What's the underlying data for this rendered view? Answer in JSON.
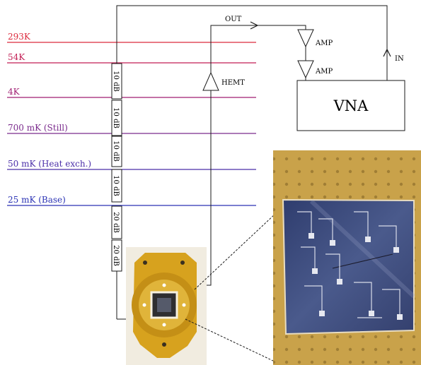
{
  "stages": [
    {
      "label": "293K",
      "color": "#dc2a3c"
    },
    {
      "label": "54K",
      "color": "#c21e54"
    },
    {
      "label": "4K",
      "color": "#a01e72"
    },
    {
      "label": "700 mK (Still)",
      "color": "#7a2a8c"
    },
    {
      "label": "50 mK (Heat exch.)",
      "color": "#4a2ea8"
    },
    {
      "label": "25 mK (Base)",
      "color": "#2a32b4"
    }
  ],
  "attenuators": [
    "10 dB",
    "10 dB",
    "10 dB",
    "10 dB",
    "20 dB",
    "20 dB"
  ],
  "labels": {
    "out": "OUT",
    "in": "IN",
    "hemt": "HEMT",
    "amp1": "AMP",
    "amp2": "AMP",
    "vna": "VNA"
  },
  "colors": {
    "line": "#1a1a1a",
    "sample_holder": "#d7a21e",
    "chip": "#3e4a7a",
    "chip_board": "#c9a24a"
  },
  "images": {
    "sample_holder_photo": "sample-holder-photo",
    "chip_micrograph": "chip-micrograph"
  }
}
